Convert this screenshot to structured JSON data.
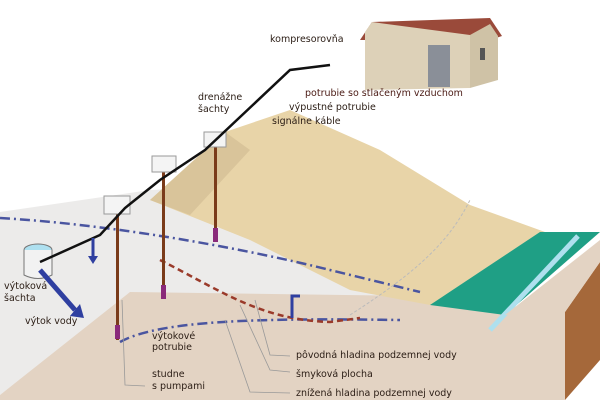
{
  "labels": {
    "compressor_house": "kompresorovňa",
    "drainage_shafts": [
      "drenážne",
      "šachty"
    ],
    "compressed_air_pipe": "potrubie so stlačeným vzduchom",
    "outlet_pipe": "výpustné potrubie",
    "signal_cables": "signálne káble",
    "outflow_shaft": [
      "výtoková",
      "šachta"
    ],
    "water_outflow": "výtok vody",
    "outflow_pipes": [
      "výtokové",
      "potrubie"
    ],
    "wells_with_pumps": [
      "studne",
      "s pumpami"
    ],
    "original_groundwater": "pôvodná hladina podzemnej vody",
    "slip_surface": "šmyková plocha",
    "lowered_groundwater": "znížená hladina podzemnej vody"
  },
  "colors": {
    "sand": "#e8d4a8",
    "front_face": "#e2d2c2",
    "water": "#1f9f85",
    "side": "#a5683a",
    "groundwater_line": "#4a55a0",
    "slip_line": "#9a3a2a",
    "arrow": "#2f3fa0"
  }
}
